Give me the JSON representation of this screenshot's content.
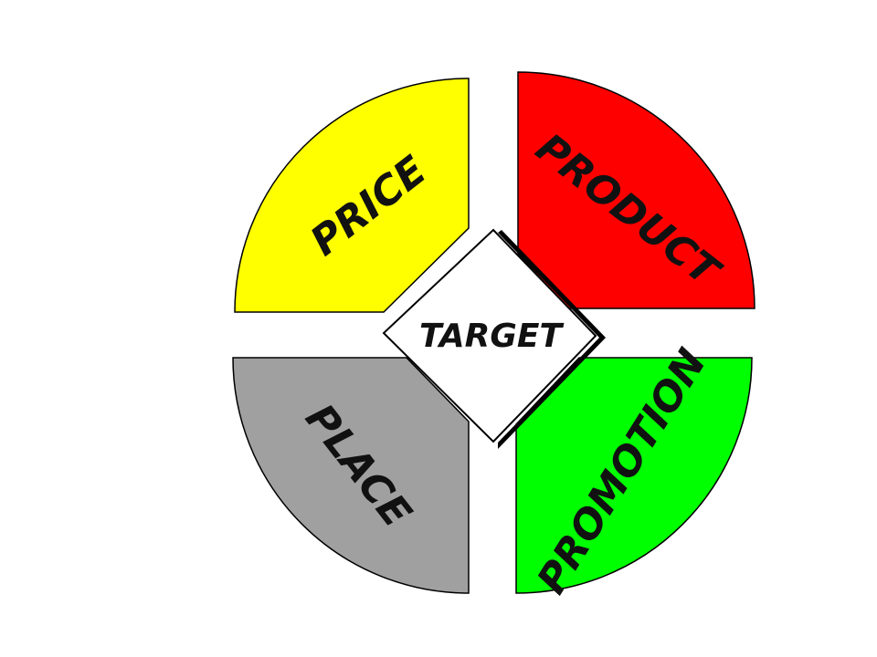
{
  "diagram": {
    "center": {
      "label": "TARGET",
      "color": "#ffffff"
    },
    "quadrants": [
      {
        "id": "price",
        "label": "PRICE",
        "color": "#ffff00"
      },
      {
        "id": "product",
        "label": "PRODUCT",
        "color": "#ff0000"
      },
      {
        "id": "place",
        "label": "PLACE",
        "color": "#a0a0a0"
      },
      {
        "id": "promotion",
        "label": "PROMOTION",
        "color": "#00ff00"
      }
    ]
  }
}
